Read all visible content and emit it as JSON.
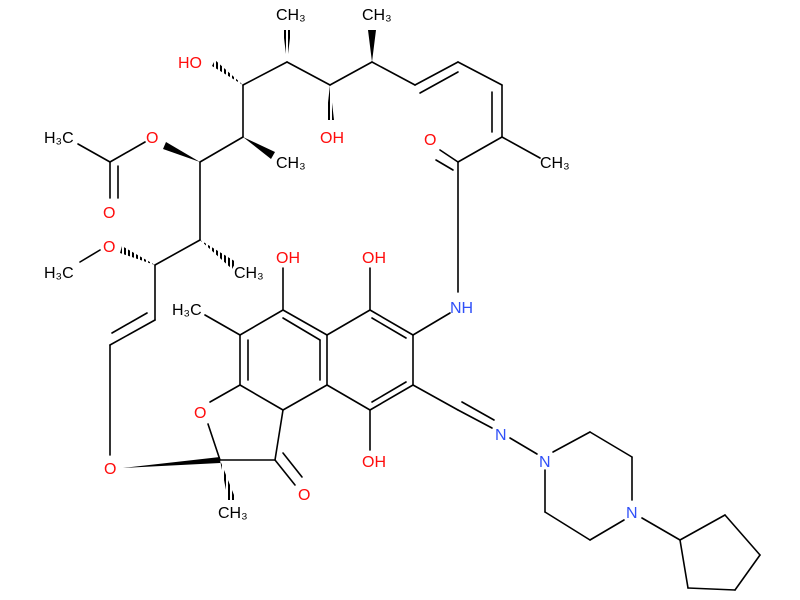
{
  "title": "Rifapentine structure",
  "colors": {
    "carbon": "#000000",
    "oxygen": "#ff0d0d",
    "nitrogen": "#3050f8"
  },
  "atoms": {
    "ch3_top1": "CH₃",
    "ch3_top2": "CH₃",
    "ho_top": "HO",
    "oh_mid": "OH",
    "o_ketone": "O",
    "ch3_right": "CH₃",
    "ch3_mid": "CH₃",
    "h3c_acetyl": "H₃C",
    "o_ester": "O",
    "o_acetyl": "O",
    "o_methoxy": "O",
    "h3c_methoxy": "H₃C",
    "ch3_chain": "CH₃",
    "oh_arom1": "OH",
    "oh_arom2": "OH",
    "nh": "NH",
    "h3c_arom": "H₃C",
    "o_furan": "O",
    "o_ring": "O",
    "o_furanone": "O",
    "ch3_quat": "CH₃",
    "oh_arom3": "OH",
    "n_imine": "N",
    "n_pip1": "N",
    "n_pip2": "N"
  }
}
